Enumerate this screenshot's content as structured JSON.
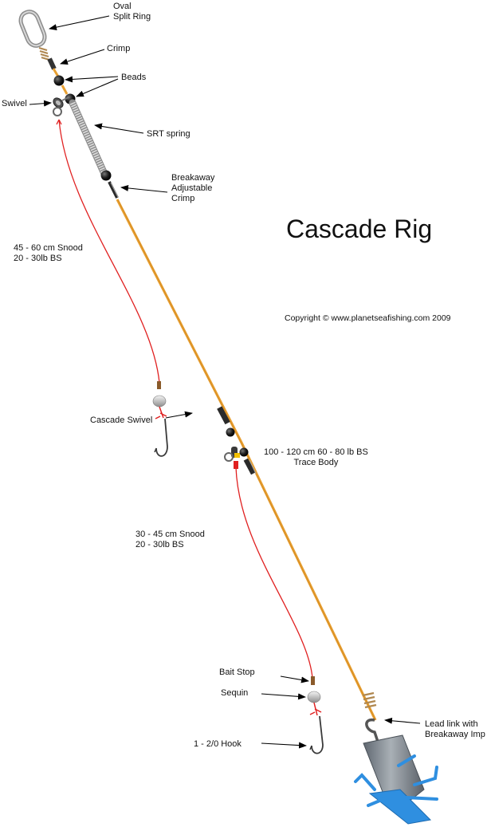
{
  "title": "Cascade Rig",
  "copyright": "Copyright © www.planetseafishing.com 2009",
  "labels": {
    "oval_split_ring": [
      "Oval",
      "Split Ring"
    ],
    "crimp": "Crimp",
    "beads": "Beads",
    "swivel": "Swivel",
    "srt_spring": "SRT spring",
    "breakaway_crimp": [
      "Breakaway",
      "Adjustable",
      "Crimp"
    ],
    "snood_upper": [
      "45 - 60 cm Snood",
      "20 - 30lb BS"
    ],
    "cascade_swivel": "Cascade Swivel",
    "trace_body": [
      "100 - 120 cm 60 - 80 lb BS",
      "Trace Body"
    ],
    "snood_lower": [
      "30 - 45 cm Snood",
      "20 - 30lb BS"
    ],
    "bait_stop": "Bait Stop",
    "sequin": "Sequin",
    "hook": "1 - 2/0 Hook",
    "lead_link": [
      "Lead link with",
      "Breakaway Imp"
    ]
  },
  "colors": {
    "trace_body": "#e8a032",
    "snood": "#e02020",
    "spring": "#9a9a9a",
    "bead": "#222222",
    "sinker": "#7d8690",
    "sinker_wires": "#2f8fe0",
    "hook": "#333333",
    "arrow": "#000000"
  },
  "icons": [
    "split-ring-icon",
    "crimp-icon",
    "bead-icon",
    "swivel-icon",
    "spring-icon",
    "hook-icon",
    "sequin-icon",
    "sinker-icon"
  ]
}
